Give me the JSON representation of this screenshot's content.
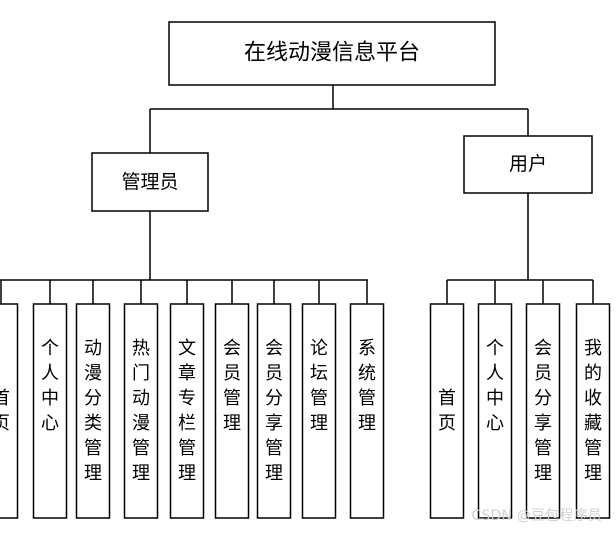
{
  "diagram": {
    "root": {
      "label": "在线动漫信息平台"
    },
    "branches": [
      {
        "label": "管理员",
        "children": [
          "首页",
          "个人中心",
          "动漫分类管理",
          "热门动漫管理",
          "文章专栏管理",
          "会员管理",
          "会员分享管理",
          "论坛管理",
          "系统管理"
        ]
      },
      {
        "label": "用户",
        "children": [
          "首页",
          "个人中心",
          "会员分享管理",
          "我的收藏管理"
        ]
      }
    ]
  },
  "watermark": "CSDN @豆包程序员"
}
